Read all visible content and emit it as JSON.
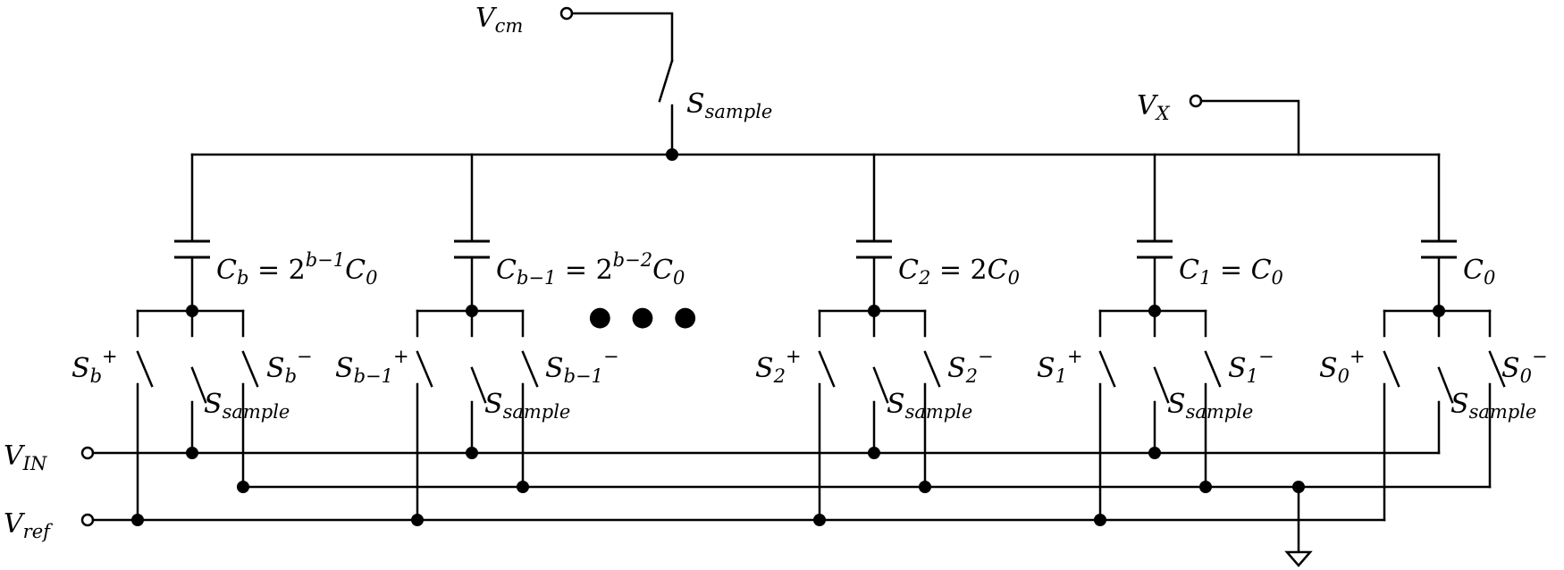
{
  "nodes": {
    "vcm": {
      "main": "V",
      "sub": "cm"
    },
    "vx": {
      "main": "V",
      "sub": "X"
    },
    "vin": {
      "main": "V",
      "sub": "IN"
    },
    "vref": {
      "main": "V",
      "sub": "ref"
    }
  },
  "top_switch": {
    "main": "S",
    "sub": "sample"
  },
  "ellipsis": "● ● ●",
  "capacitors": [
    {
      "name": "cb",
      "main": "C",
      "sub": "b",
      "eq": " = 2",
      "exp": "b−1",
      "c0": "C",
      "c0sub": "0"
    },
    {
      "name": "cb1",
      "main": "C",
      "sub": "b−1",
      "eq": " = 2",
      "exp": "b−2",
      "c0": "C",
      "c0sub": "0"
    },
    {
      "name": "c2",
      "main": "C",
      "sub": "2",
      "eq": " = 2",
      "exp": "",
      "c0": "C",
      "c0sub": "0"
    },
    {
      "name": "c1",
      "main": "C",
      "sub": "1",
      "eq": " = ",
      "exp": "",
      "c0": "C",
      "c0sub": "0"
    },
    {
      "name": "c0",
      "main": "C",
      "sub": "0",
      "eq": "",
      "exp": "",
      "c0": "",
      "c0sub": ""
    }
  ],
  "switch_groups": [
    {
      "plus": {
        "main": "S",
        "sub": "b",
        "sup": "+"
      },
      "minus": {
        "main": "S",
        "sub": "b",
        "sup": "−"
      },
      "sample": {
        "main": "S",
        "sub": "sample"
      }
    },
    {
      "plus": {
        "main": "S",
        "sub": "b−1",
        "sup": "+"
      },
      "minus": {
        "main": "S",
        "sub": "b−1",
        "sup": "−"
      },
      "sample": {
        "main": "S",
        "sub": "sample"
      }
    },
    {
      "plus": {
        "main": "S",
        "sub": "2",
        "sup": "+"
      },
      "minus": {
        "main": "S",
        "sub": "2",
        "sup": "−"
      },
      "sample": {
        "main": "S",
        "sub": "sample"
      }
    },
    {
      "plus": {
        "main": "S",
        "sub": "1",
        "sup": "+"
      },
      "minus": {
        "main": "S",
        "sub": "1",
        "sup": "−"
      },
      "sample": {
        "main": "S",
        "sub": "sample"
      }
    },
    {
      "plus": {
        "main": "S",
        "sub": "0",
        "sup": "+"
      },
      "minus": {
        "main": "S",
        "sub": "0",
        "sup": "−"
      },
      "sample": {
        "main": "S",
        "sub": "sample"
      }
    }
  ]
}
